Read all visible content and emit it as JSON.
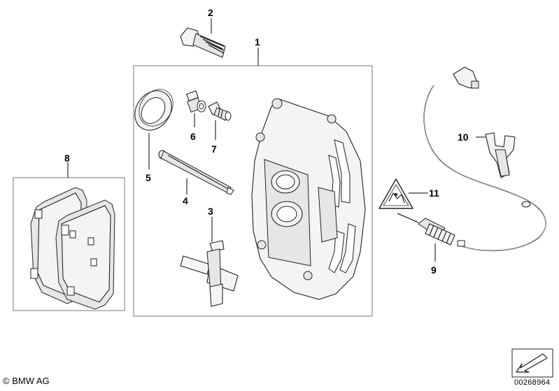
{
  "callouts": {
    "c1": "1",
    "c2": "2",
    "c3": "3",
    "c4": "4",
    "c5": "5",
    "c6": "6",
    "c7": "7",
    "c8": "8",
    "c9": "9",
    "c10": "10",
    "c11": "11"
  },
  "footer": {
    "copyright": "© BMW AG",
    "reference_number": "00268964"
  },
  "icons": {
    "corner_badge": "diagonal-arrow-icon",
    "warning_sign": "triangle-warning-icon"
  }
}
